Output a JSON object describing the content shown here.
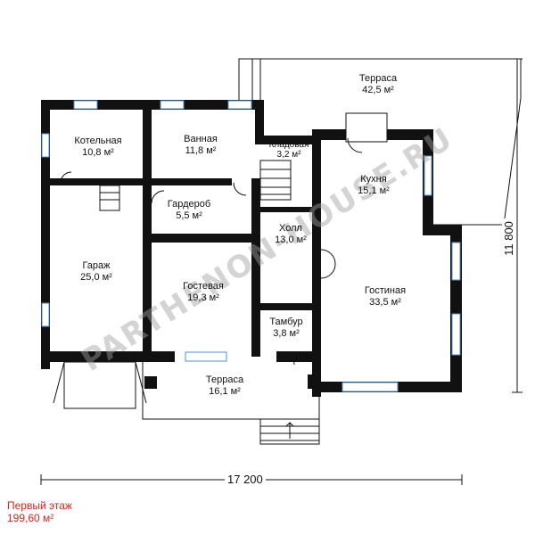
{
  "plan": {
    "rooms": [
      {
        "id": "terrace-top",
        "name": "Терраса",
        "area": "42,5 м²"
      },
      {
        "id": "boiler",
        "name": "Котельная",
        "area": "10,8 м²"
      },
      {
        "id": "bath",
        "name": "Ванная",
        "area": "11,8 м²"
      },
      {
        "id": "pantry",
        "name": "Кладовая",
        "area": "3,2 м²"
      },
      {
        "id": "kitchen",
        "name": "Кухня",
        "area": "15,1 м²"
      },
      {
        "id": "wardrobe",
        "name": "Гардероб",
        "area": "5,5 м²"
      },
      {
        "id": "hall",
        "name": "Холл",
        "area": "13,0 м²"
      },
      {
        "id": "garage",
        "name": "Гараж",
        "area": "25,0 м²"
      },
      {
        "id": "guest",
        "name": "Гостевая",
        "area": "19,3 м²"
      },
      {
        "id": "living",
        "name": "Гостиная",
        "area": "33,5 м²"
      },
      {
        "id": "vestibule",
        "name": "Тамбур",
        "area": "3,8 м²"
      },
      {
        "id": "terrace-bottom",
        "name": "Терраса",
        "area": "16,1 м²"
      }
    ],
    "dimensions": {
      "width": "17 200",
      "height": "11 800"
    },
    "caption": {
      "floor": "Первый этаж",
      "total_area": "199,60 м²"
    },
    "watermark": "PARTHENON-HOUSE.RU",
    "colors": {
      "wall": "#111111",
      "window": "#4a90d9",
      "caption": "#e0211b",
      "watermark": "#c9c9c9"
    }
  }
}
